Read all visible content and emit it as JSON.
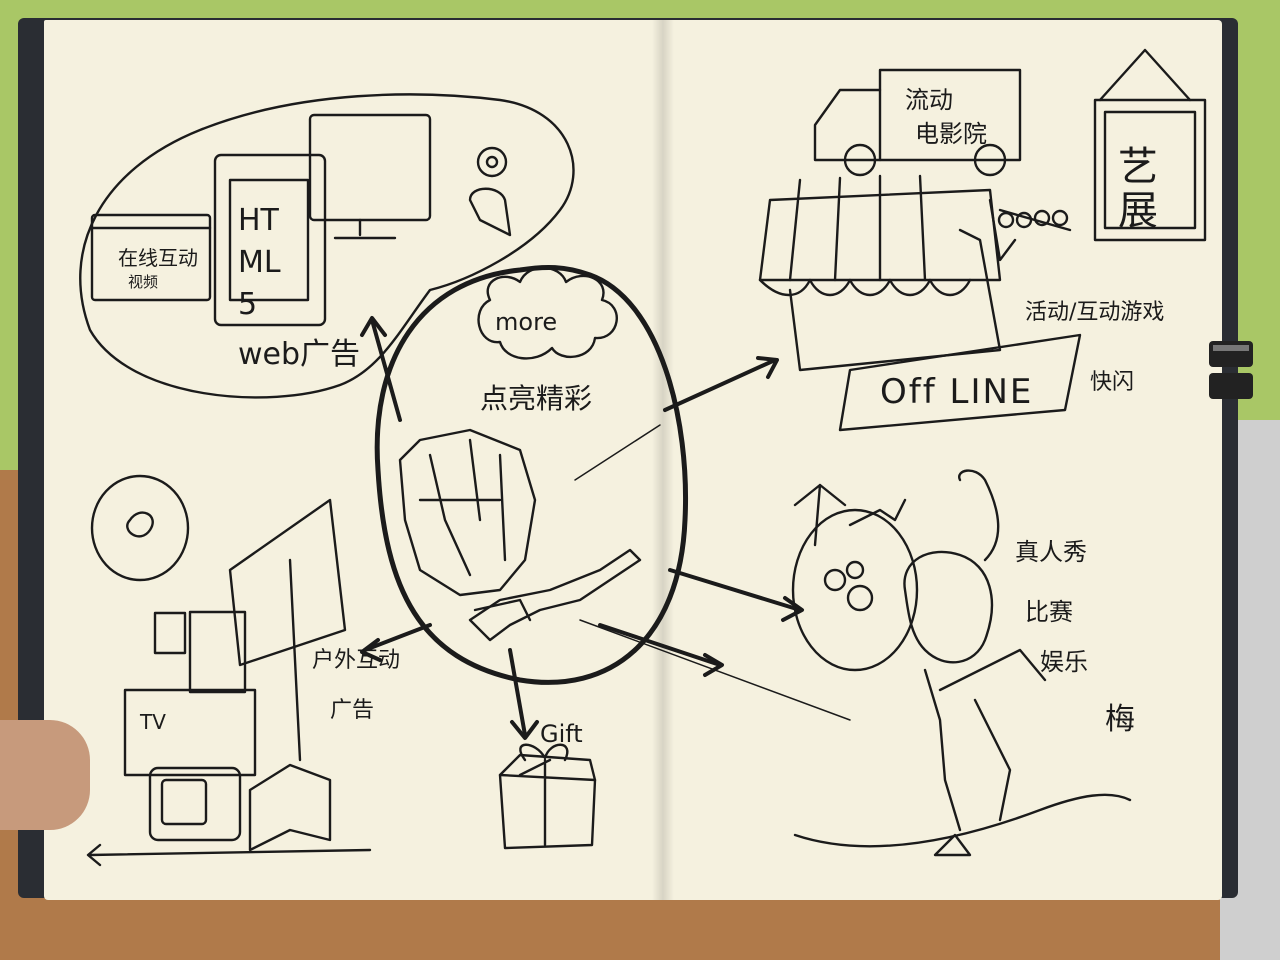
{
  "center": {
    "cloud_text": "more",
    "highlight_text": "点亮精彩"
  },
  "web": {
    "label": "web广告",
    "html5_text": "HTML5",
    "video_text_1": "在线互动",
    "video_text_2": "视频"
  },
  "offline": {
    "truck_text_1": "流动",
    "truck_text_2": "电影院",
    "exhibition_text": "艺展",
    "activity_text": "活动/互动游戏",
    "banner_text": "Off LINE",
    "flash_text": "快闪"
  },
  "tv": {
    "label_1": "户外互动",
    "label_2": "广告",
    "tv_text": "TV"
  },
  "gift": {
    "label": "Gift"
  },
  "show": {
    "line_1": "真人秀",
    "line_2": "比赛",
    "line_3": "娱乐",
    "signature": "梅"
  },
  "colors": {
    "ink": "#1b1b1b",
    "paper": "#f5f1df",
    "wall": "#a9c766",
    "desk": "#b07a4a",
    "cover": "#2a2d33"
  }
}
